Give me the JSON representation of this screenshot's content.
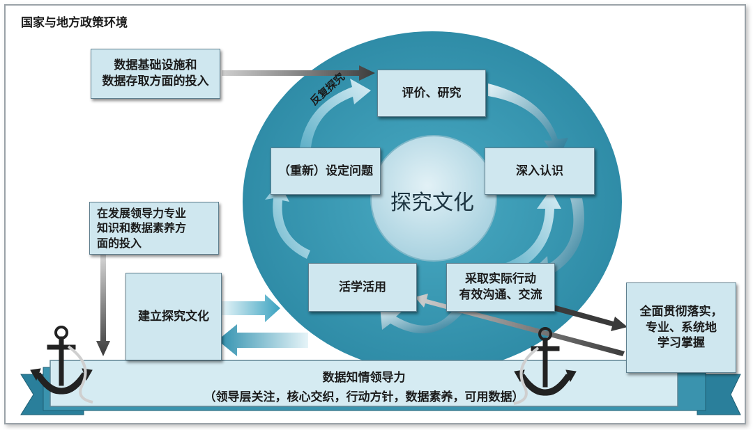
{
  "title": "国家与地方政策环境",
  "center": "探究文化",
  "cycle": {
    "evaluate": "评价、研究",
    "understand": "深入认识",
    "act": "采取实际行动\n有效沟通、交流",
    "apply": "活学活用",
    "define": "（重新）设定问题",
    "repeat_label": "反复探究"
  },
  "inputs": {
    "data_infra": "数据基础设施和\n数据存取方面的投入",
    "leadership": "在发展领导力专业\n知识和数据素养方\n面的投入",
    "implement": "全面贯彻落实，\n专业、系统地\n学习掌握"
  },
  "build_culture": "建立探究文化",
  "banner": {
    "line1": "数据知情领导力",
    "line2": "（领导层关注，核心交织，行动方针，数据素养，可用数据）"
  },
  "colors": {
    "circle": "#3a9ab4",
    "box_fill": "#cfe7ef",
    "banner": "#4da0b8",
    "arrow_dark": "#2f6f86"
  }
}
